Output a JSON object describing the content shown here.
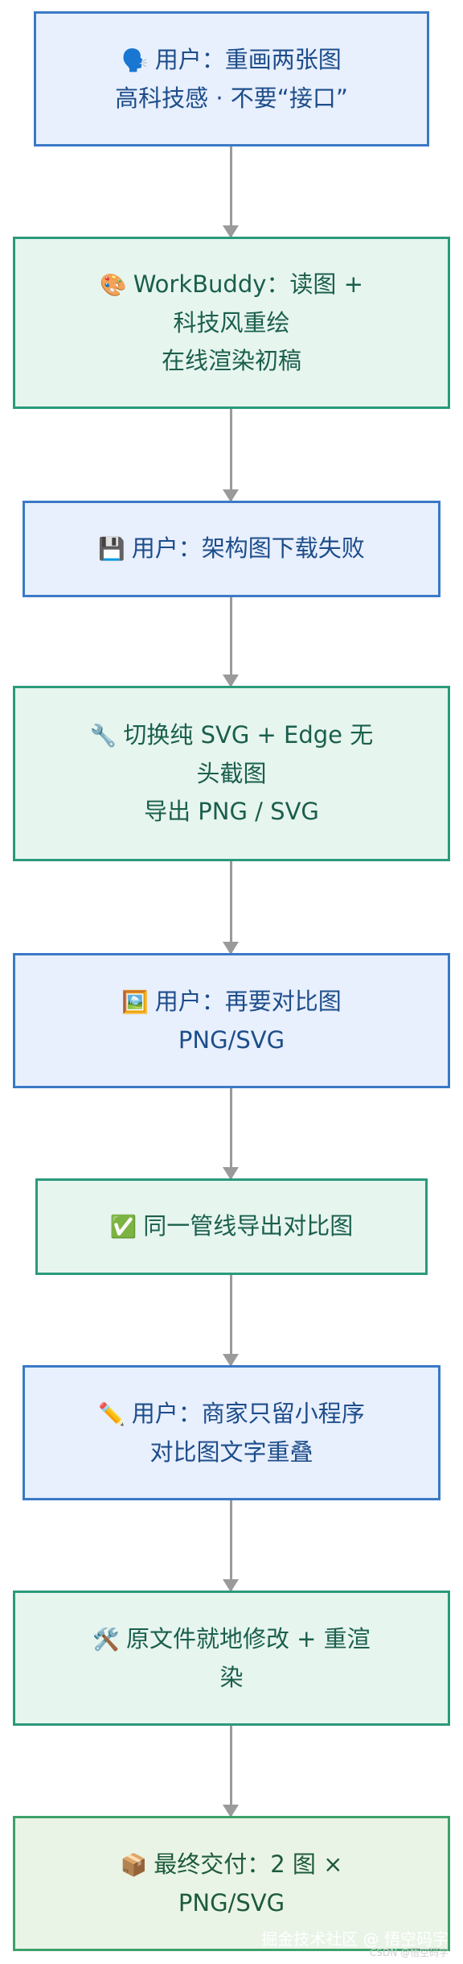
{
  "nodes": [
    {
      "icon": "🗣️",
      "lines": [
        "用户：重画两张图",
        "高科技感 · 不要“接口”"
      ]
    },
    {
      "icon": "🎨",
      "lines": [
        "WorkBuddy：读图 +",
        "科技风重绘",
        "在线渲染初稿"
      ]
    },
    {
      "icon": "💾",
      "lines": [
        "用户：架构图下载失败"
      ]
    },
    {
      "icon": "🔧",
      "lines": [
        "切换纯 SVG + Edge 无",
        "头截图",
        "导出 PNG / SVG"
      ]
    },
    {
      "icon": "🖼️",
      "lines": [
        "用户：再要对比图",
        "PNG/SVG"
      ]
    },
    {
      "icon": "✅",
      "lines": [
        "同一管线导出对比图"
      ]
    },
    {
      "icon": "✏️",
      "lines": [
        "用户：商家只留小程序",
        "对比图文字重叠"
      ]
    },
    {
      "icon": "🛠️",
      "lines": [
        "原文件就地修改 + 重渲",
        "染"
      ]
    },
    {
      "icon": "📦",
      "lines": [
        "最终交付：2 图 ×",
        "PNG/SVG"
      ]
    }
  ],
  "watermark": {
    "text": "掘金技术社区 @ 悟空码字",
    "sub": "CSDN @悟空码字"
  }
}
